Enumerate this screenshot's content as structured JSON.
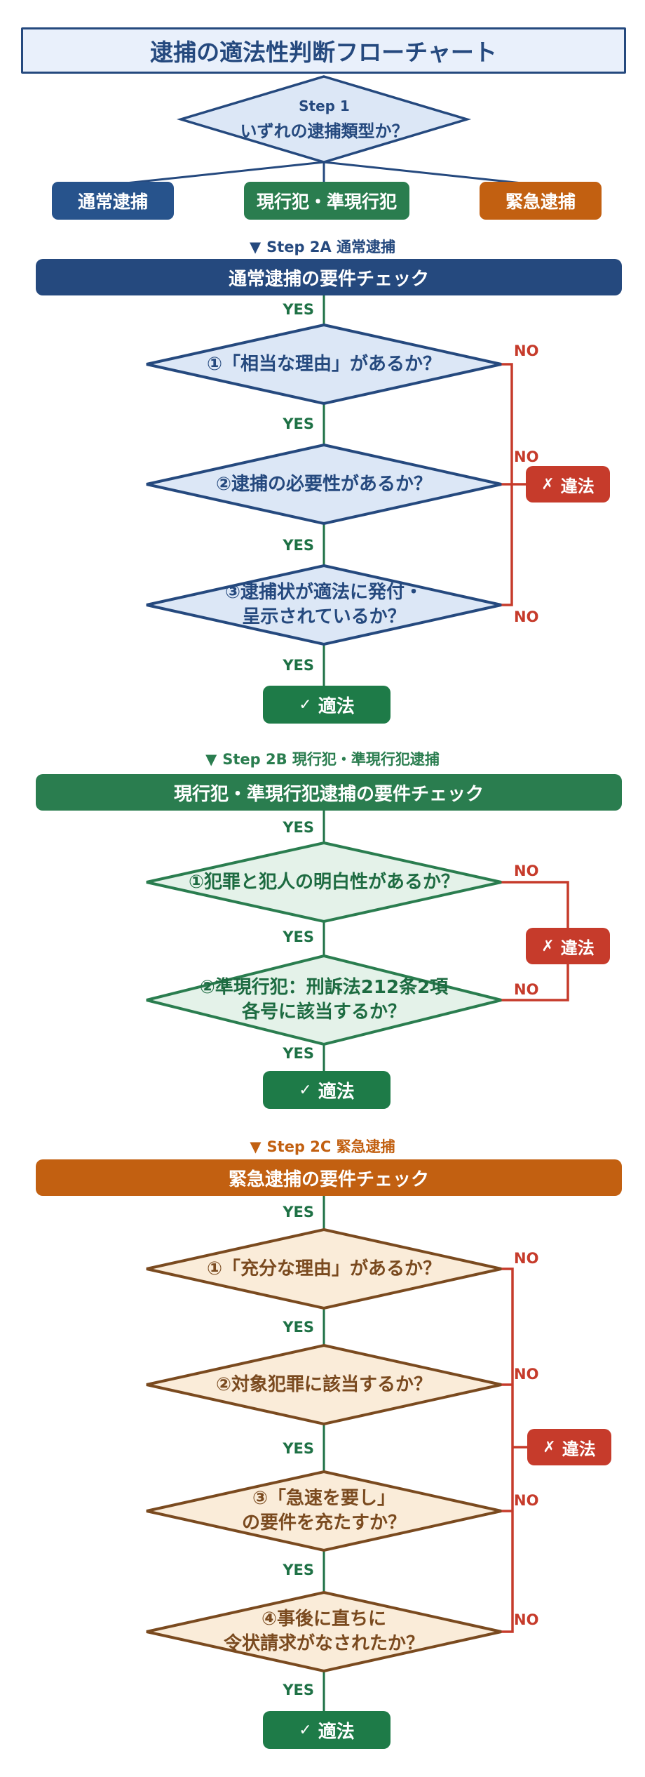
{
  "title": "逮捕の適法性判断フローチャート",
  "step1": {
    "step": "Step 1",
    "question": "いずれの逮捕類型か？"
  },
  "branches": [
    {
      "label": "通常逮捕",
      "color": "#27538C"
    },
    {
      "label": "現行犯・準現行犯",
      "color": "#2A7D4F"
    },
    {
      "label": "緊急逮捕",
      "color": "#C26011"
    }
  ],
  "labels": {
    "yes": "YES",
    "no": "NO",
    "marker": "▼"
  },
  "results": {
    "legal_icon": "✓",
    "legal": "適法",
    "illegal_icon": "✗",
    "illegal": "違法"
  },
  "sections": [
    {
      "step_label": "Step 2A 通常逮捕",
      "header": "通常逮捕の要件チェック",
      "questions": [
        {
          "line1": "①「相当な理由」があるか？",
          "line2": ""
        },
        {
          "line1": "②逮捕の必要性があるか？",
          "line2": ""
        },
        {
          "line1": "③逮捕状が適法に発付・",
          "line2": "呈示されているか？"
        }
      ]
    },
    {
      "step_label": "Step 2B 現行犯・準現行犯逮捕",
      "header": "現行犯・準現行犯逮捕の要件チェック",
      "questions": [
        {
          "line1": "①犯罪と犯人の明白性があるか？",
          "line2": ""
        },
        {
          "line1": "②準現行犯：刑訴法212条2項",
          "line2": "各号に該当するか？"
        }
      ]
    },
    {
      "step_label": "Step 2C 緊急逮捕",
      "header": "緊急逮捕の要件チェック",
      "questions": [
        {
          "line1": "①「充分な理由」があるか？",
          "line2": ""
        },
        {
          "line1": "②対象犯罪に該当するか？",
          "line2": ""
        },
        {
          "line1": "③「急速を要し」",
          "line2": "の要件を充たすか？"
        },
        {
          "line1": "④事後に直ちに",
          "line2": "令状請求がなされたか？"
        }
      ]
    }
  ],
  "palette": {
    "navy": "#25497E",
    "navy_fill": "#DCE7F6",
    "title_fill": "#E9F0FB",
    "blue_box": "#27538C",
    "green": "#2A7D4F",
    "green_fill": "#E4F2E9",
    "yes_green": "#1E7145",
    "legal_green": "#1E7B48",
    "green_text": "#1D6B41",
    "orange": "#C26011",
    "orange_stroke": "#7A4A1F",
    "orange_fill": "#FAECD9",
    "red": "#C63B2B"
  }
}
